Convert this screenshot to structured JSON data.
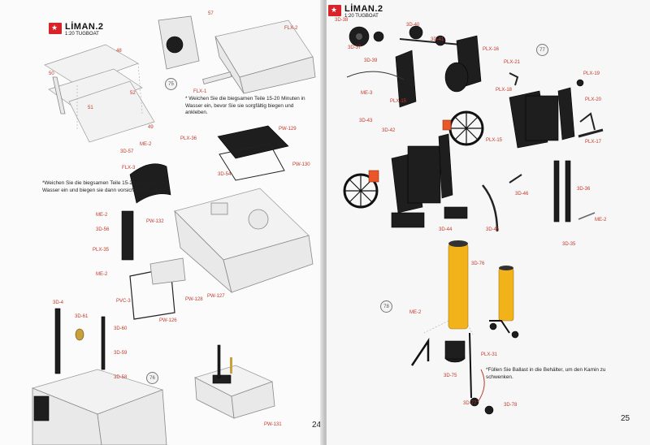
{
  "brand": {
    "name": "LİMAN.2",
    "subtitle": "1:20 TUGBOAT"
  },
  "left_page": {
    "page_number": "24",
    "steps": [
      "75",
      "76"
    ],
    "notes": [
      "* Weichen Sie die biegsamen Teile 15-20 Minuten in Wasser ein, bevor Sie sie sorgfältig biegen und ankleben.",
      "*Weichen Sie die biegsamen Teile 15-20 Minuten in Wasser ein und biegen sie dann vorsichtig in Form."
    ],
    "labels": [
      "48",
      "50",
      "52",
      "51",
      "49",
      "FLX-1",
      "57",
      "FLX-2",
      "3D-57",
      "ME-2",
      "PLX-36",
      "PW-129",
      "FLX-3",
      "3D-54",
      "PW-130",
      "ME-2",
      "3D-56",
      "PW-132",
      "PLX-35",
      "ME-2",
      "PVC-3",
      "PW-128",
      "PW-127",
      "PW-126",
      "3D-4",
      "3D-61",
      "3D-60",
      "3D-59",
      "3D-58",
      "PW-131"
    ]
  },
  "right_page": {
    "page_number": "25",
    "steps": [
      "77",
      "78"
    ],
    "notes": [
      "*Füllen Sie Ballast in die Behälter, um den Kamin zu schwenken."
    ],
    "labels": [
      "3D-38",
      "3D-37",
      "3D-39",
      "3D-40",
      "3D-41",
      "PLX-16",
      "ME-3",
      "PLX-15",
      "PLX-21",
      "PLX-18",
      "PLX-19",
      "PLX-20",
      "3D-43",
      "3D-42",
      "PLX-15",
      "PLX-17",
      "3D-46",
      "3D-36",
      "3D-44",
      "3D-45",
      "ME-2",
      "3D-35",
      "3D-76",
      "ME-2",
      "3D-75",
      "PLX-31",
      "3D-77",
      "3D-78"
    ]
  },
  "colors": {
    "accent": "#c0392b",
    "brand": "#d8232a",
    "part_black": "#1e1e1e",
    "part_yellow": "#f1b21a"
  }
}
